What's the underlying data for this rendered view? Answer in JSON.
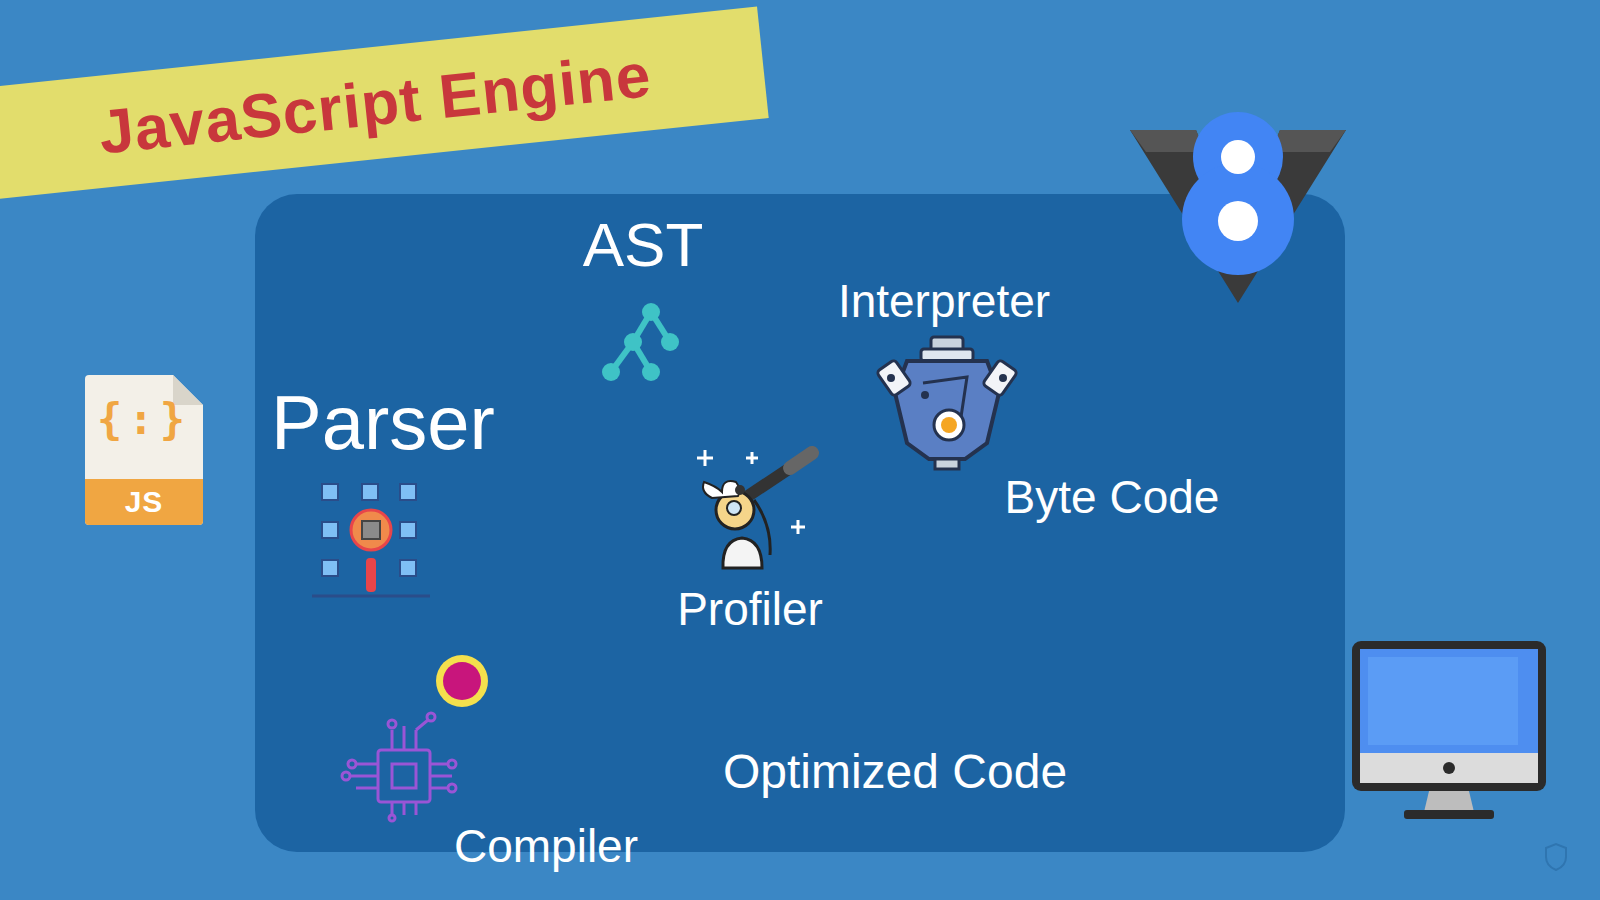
{
  "diagram": {
    "title": "JavaScript Engine",
    "nodes": [
      {
        "text": [
          "{:}",
          "JS"
        ]
      }
    ],
    "labels": [
      "AST",
      "Interpreter",
      "Parser",
      "Byte Code",
      "Profiler",
      "Optimized Code",
      "Compiler"
    ]
  }
}
